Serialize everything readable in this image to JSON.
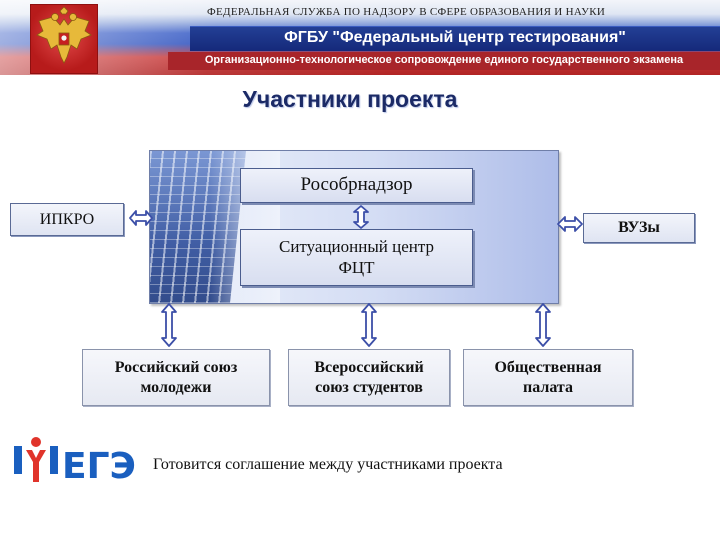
{
  "header": {
    "agency": "ФЕДЕРАЛЬНАЯ СЛУЖБА ПО НАДЗОРУ В СФЕРЕ ОБРАЗОВАНИЯ И НАУКИ",
    "org_name": "ФГБУ \"Федеральный центр тестирования\"",
    "subtitle": "Организационно-технологическое сопровождение единого государственного экзамена",
    "emblem_icon": "double-headed-eagle-icon",
    "colors": {
      "white": "#f3f5fa",
      "blue": "#3456c0",
      "red": "#b12424",
      "org_bar": "#1d3587",
      "sub_bar": "#a8252a"
    }
  },
  "title": "Участники проекта",
  "diagram": {
    "center_top": "Рособрнадзор",
    "center_bottom_line1": "Ситуационный центр",
    "center_bottom_line2": "ФЦТ",
    "left_node": "ИПКРО",
    "right_node": "ВУЗы",
    "bottom_nodes": [
      {
        "line1": "Российский союз",
        "line2": "молодежи"
      },
      {
        "line1": "Всероссийский",
        "line2": "союз студентов"
      },
      {
        "line1": "Общественная",
        "line2": "палата"
      }
    ],
    "arrow_icon": "double-headed-arrow-icon",
    "arrow_color": "#3c4fa8"
  },
  "footer": {
    "logo_text": "ЕГЭ",
    "note": "Готовится соглашение между участниками проекта",
    "logo_colors": {
      "blue": "#1a5fbf",
      "red": "#e0342b"
    }
  }
}
